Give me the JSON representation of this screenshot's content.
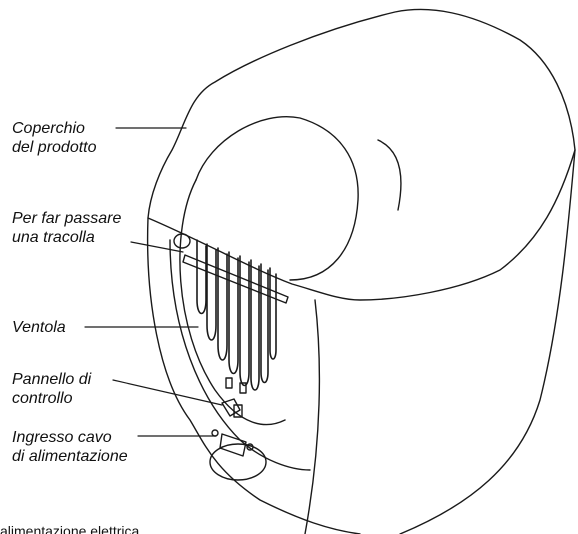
{
  "labels": {
    "cover": {
      "line1": "Coperchio",
      "line2": "del prodotto"
    },
    "strap": {
      "line1": "Per far passare",
      "line2": "una tracolla"
    },
    "fan": {
      "line1": "Ventola"
    },
    "control_panel": {
      "line1": "Pannello di",
      "line2": "controllo"
    },
    "power_inlet": {
      "line1": "Ingresso cavo",
      "line2": "di alimentazione"
    }
  },
  "footer_text": "alimentazione elettrica",
  "colors": {
    "line": "#1a1a1a",
    "fill": "#ffffff",
    "text": "#111111"
  }
}
